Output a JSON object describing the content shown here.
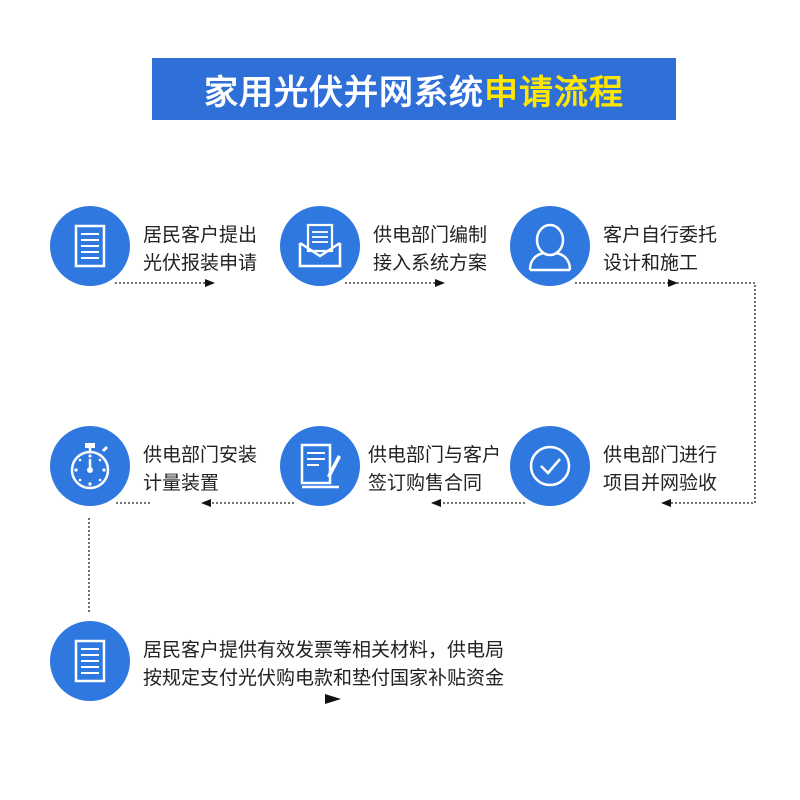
{
  "title": {
    "part1": "家用光伏并网系统",
    "part2": "申请流程"
  },
  "steps": [
    {
      "line1": "居民客户提出",
      "line2": "光伏报装申请"
    },
    {
      "line1": "供电部门编制",
      "line2": "接入系统方案"
    },
    {
      "line1": "客户自行委托",
      "line2": "设计和施工"
    },
    {
      "line1": "供电部门进行",
      "line2": "项目并网验收"
    },
    {
      "line1": "供电部门与客户",
      "line2": "签订购售合同"
    },
    {
      "line1": "供电部门安装",
      "line2": "计量装置"
    },
    {
      "line1": "居民客户提供有效发票等相关材料，供电局",
      "line2": "按规定支付光伏购电款和垫付国家补贴资金"
    }
  ],
  "icons": [
    "document-icon",
    "envelope-icon",
    "user-icon",
    "checkmark-icon",
    "contract-icon",
    "stopwatch-icon",
    "document-icon"
  ],
  "colors": {
    "banner": "#2f6fd8",
    "circle": "#2f78e0",
    "highlight": "#ffe600",
    "text": "#222222"
  }
}
